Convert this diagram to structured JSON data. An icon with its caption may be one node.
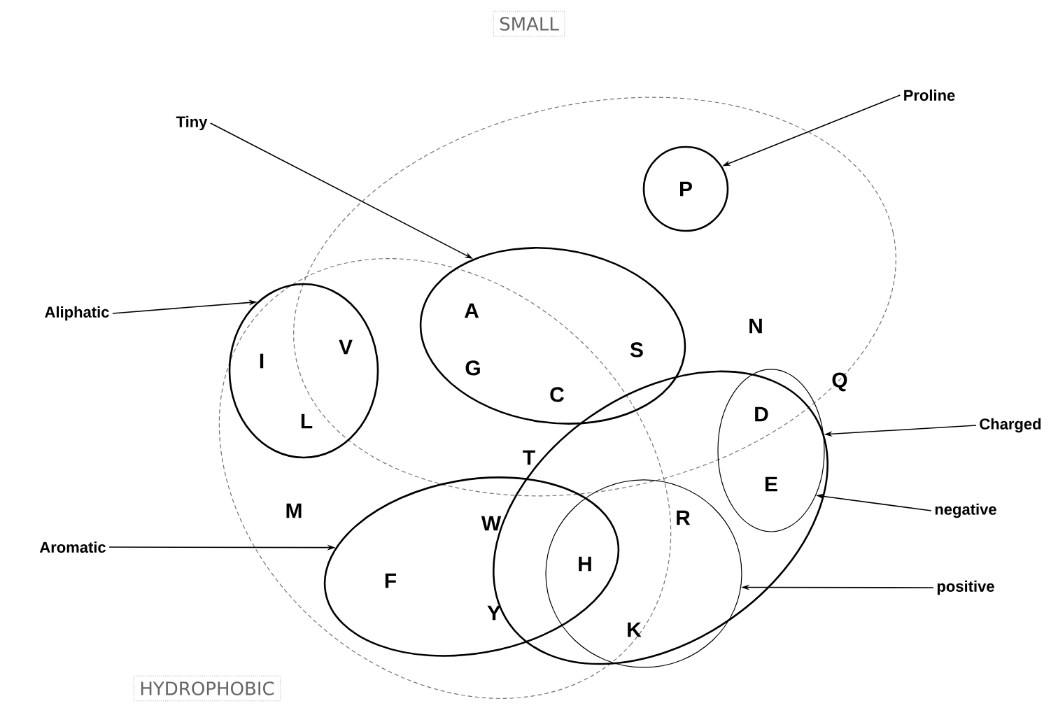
{
  "diagram": {
    "nodes": [
      {
        "text": [
          "SMALL"
        ]
      },
      {
        "text": [
          "Tiny"
        ]
      },
      {
        "text": [
          "Proline"
        ]
      },
      {
        "text": [
          "Aliphatic"
        ]
      },
      {
        "text": [
          "Aromatic"
        ]
      },
      {
        "text": [
          "Charged"
        ]
      },
      {
        "text": [
          "negative"
        ]
      },
      {
        "text": [
          "positive"
        ]
      },
      {
        "text": [
          "HYDROPHOBIC"
        ]
      },
      {
        "text": [],
        "shape": "ellipse"
      },
      {
        "text": [],
        "shape": "ellipse"
      },
      {
        "text": [],
        "shape": "ellipse",
        "in": 9
      },
      {
        "text": [],
        "shape": "circle",
        "in": 9
      },
      {
        "text": [],
        "shape": "ellipse",
        "in": 10
      },
      {
        "text": [],
        "shape": "ellipse",
        "in": 10
      },
      {
        "text": [],
        "shape": "ellipse"
      },
      {
        "text": [],
        "shape": "ellipse",
        "in": 15
      },
      {
        "text": [],
        "shape": "ellipse",
        "in": 15
      }
    ],
    "edges": [
      {
        "from": 1,
        "to": 11,
        "arrow": "to"
      },
      {
        "from": 2,
        "to": 12,
        "arrow": "to"
      },
      {
        "from": 3,
        "to": 13,
        "arrow": "to"
      },
      {
        "from": 4,
        "to": 14,
        "arrow": "to"
      },
      {
        "from": 5,
        "to": 15,
        "arrow": "to"
      },
      {
        "from": 6,
        "to": 16,
        "arrow": "to"
      },
      {
        "from": 7,
        "to": 17,
        "arrow": "to"
      }
    ],
    "labels": [
      "P",
      "A",
      "N",
      "V",
      "I",
      "G",
      "S",
      "C",
      "Q",
      "L",
      "D",
      "T",
      "E",
      "M",
      "W",
      "R",
      "F",
      "H",
      "Y",
      "K"
    ]
  }
}
